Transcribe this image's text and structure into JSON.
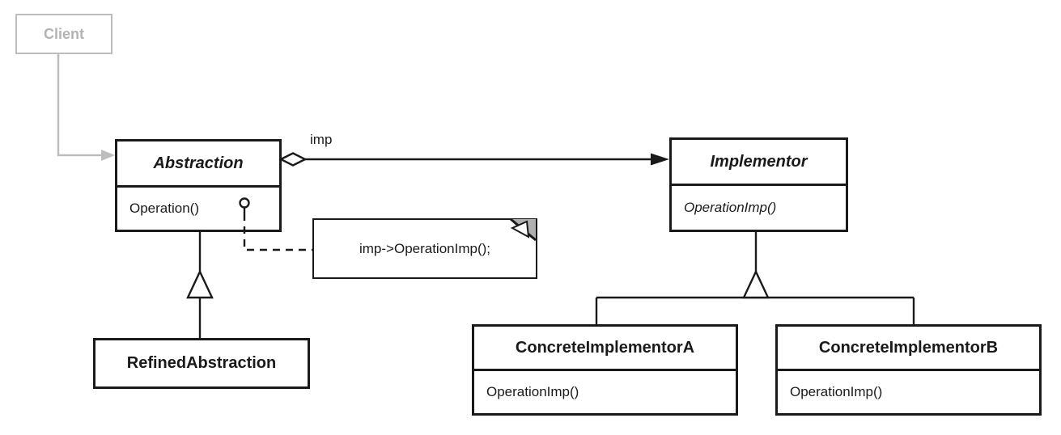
{
  "classes": {
    "client": {
      "name": "Client"
    },
    "abstraction": {
      "name": "Abstraction",
      "methods": [
        "Operation()"
      ]
    },
    "implementor": {
      "name": "Implementor",
      "methods": [
        "OperationImp()"
      ]
    },
    "refined_abstraction": {
      "name": "RefinedAbstraction"
    },
    "concrete_implementor_a": {
      "name": "ConcreteImplementorA",
      "methods": [
        "OperationImp()"
      ]
    },
    "concrete_implementor_b": {
      "name": "ConcreteImplementorB",
      "methods": [
        "OperationImp()"
      ]
    }
  },
  "relationships": {
    "imp_association_label": "imp",
    "note_text": "imp->OperationImp();"
  },
  "colors": {
    "line": "#1a1a1a",
    "faded_gray": "#bdbdbd",
    "note_fold_gray": "#b0b0b0",
    "background": "#ffffff"
  }
}
